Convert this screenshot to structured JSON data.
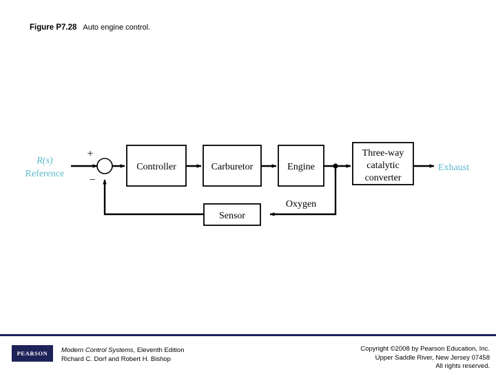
{
  "caption": {
    "number": "Figure P7.28",
    "text": "Auto engine control."
  },
  "diagram": {
    "title": "Auto engine control block diagram",
    "input_signal": {
      "line1": "R(s)",
      "line2": "Reference",
      "color": "#5cb9ca"
    },
    "output_signal": {
      "label": "Exhaust",
      "color": "#5cb9ca"
    },
    "summing_junction": {
      "plus": "+",
      "minus": "−"
    },
    "blocks": [
      {
        "id": "controller",
        "label": "Controller"
      },
      {
        "id": "carburetor",
        "label": "Carburetor"
      },
      {
        "id": "engine",
        "label": "Engine"
      },
      {
        "id": "converter",
        "label_line1": "Three-way",
        "label_line2": "catalytic",
        "label_line3": "converter"
      },
      {
        "id": "sensor",
        "label": "Sensor"
      }
    ],
    "feedback_label": "Oxygen"
  },
  "footer": {
    "rule_color": "#1d2258",
    "logo_text": "PEARSON",
    "book_title": "Modern Control Systems",
    "book_edition": ", Eleventh Edition",
    "authors": "Richard C. Dorf and Robert H. Bishop",
    "copyright_line1": "Copyright ©2008 by Pearson Education, Inc.",
    "copyright_line2": "Upper Saddle River, New Jersey 07458",
    "copyright_line3": "All rights reserved."
  }
}
